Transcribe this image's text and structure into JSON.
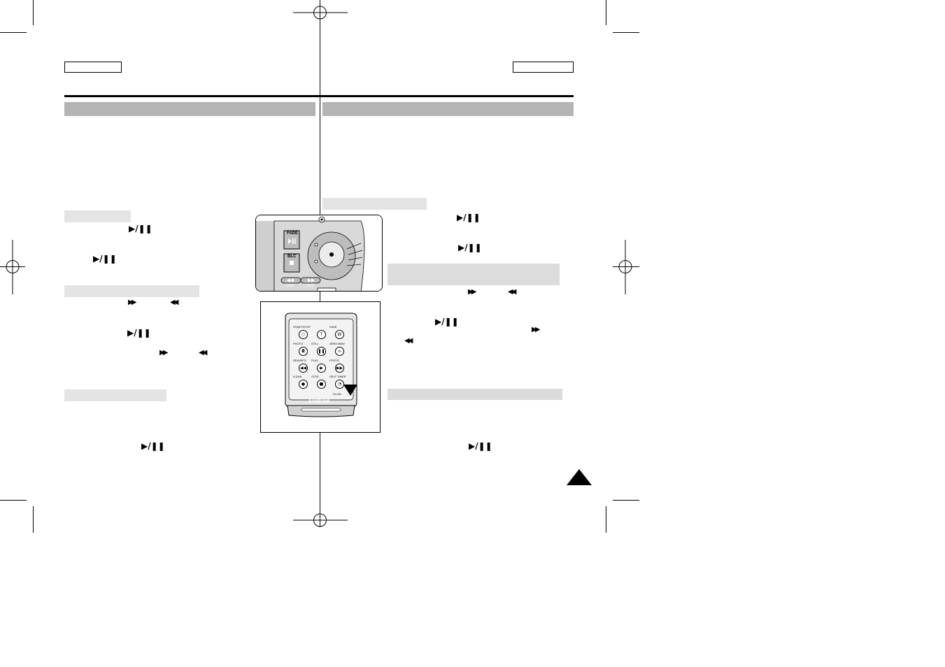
{
  "icons": {
    "play_pause": "▶/❚❚",
    "fast_forward": "▶▶",
    "rewind": "◀◀",
    "page_triangle": "triangle-up"
  },
  "camcorder": {
    "fade_label": "FADE",
    "blc_label": "BLC",
    "rev_label": "REV",
    "fwd_label": "FWD"
  },
  "remote": {
    "brand": "SAMSUNG",
    "rows": [
      [
        {
          "label": "START/STOP",
          "glyph": "○"
        },
        {
          "label": "",
          "glyph": "T"
        },
        {
          "label": "FADE",
          "glyph": "W"
        }
      ],
      [
        {
          "label": "PHOTO",
          "glyph": "◘"
        },
        {
          "label": "STILL",
          "glyph": "❚❚"
        },
        {
          "label": "ZERO MEM",
          "glyph": "∞"
        }
      ],
      [
        {
          "label": "REW/RFG",
          "glyph": "◀◀"
        },
        {
          "label": "PLAY",
          "glyph": "▶"
        },
        {
          "label": "FF/FFG",
          "glyph": "▶▶"
        }
      ],
      [
        {
          "label": "A.DUB",
          "glyph": "●"
        },
        {
          "label": "STOP",
          "glyph": "■"
        },
        {
          "label": "SELF TIMER",
          "glyph": "◔"
        }
      ]
    ],
    "slow_label": "SLOW"
  },
  "colors": {
    "section_bar": "#b4b4b4",
    "subhead": "#e4e4e4"
  }
}
